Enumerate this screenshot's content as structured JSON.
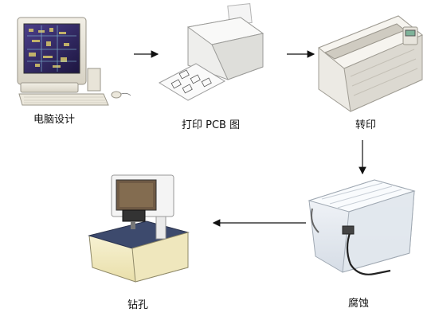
{
  "steps": [
    {
      "id": "design",
      "label": "电脑设计",
      "icon": "computer-icon"
    },
    {
      "id": "print",
      "label": "打印 PCB 图",
      "icon": "laser-printer-icon"
    },
    {
      "id": "transfer",
      "label": "转印",
      "icon": "heat-transfer-machine-icon"
    },
    {
      "id": "etch",
      "label": "腐蚀",
      "icon": "etching-tank-icon"
    },
    {
      "id": "drill",
      "label": "钻孔",
      "icon": "drill-press-icon"
    }
  ],
  "flow": [
    "design",
    "print",
    "transfer",
    "etch",
    "drill"
  ]
}
